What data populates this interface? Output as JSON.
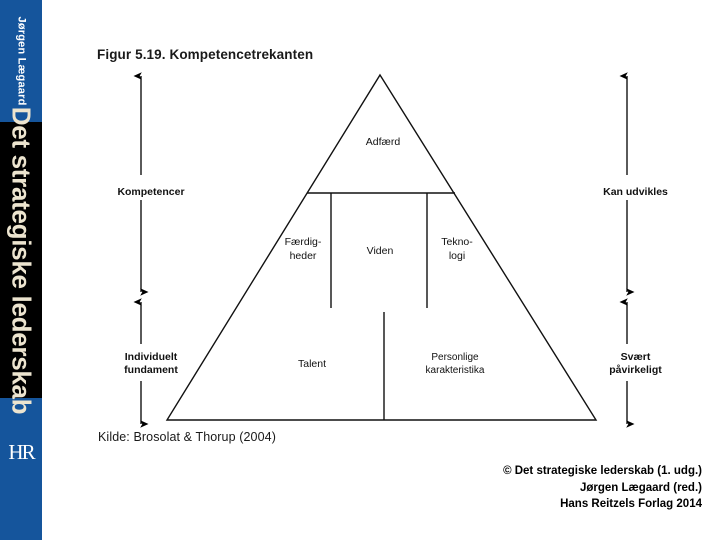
{
  "spine": {
    "author": "Jørgen Lægaard",
    "title": "Det strategiske lederskab",
    "publisher_logo": "HR",
    "colors": {
      "blue": "#15559c",
      "black": "#000000",
      "title_text": "#ece4cf"
    }
  },
  "figure": {
    "title": "Figur 5.19. Kompetencetrekanten",
    "source": "Kilde: Brosolat & Thorup (2004)",
    "triangle_labels": {
      "apex": "Adfærd",
      "middle_left": "Færdig-\nheder",
      "middle_center": "Viden",
      "middle_right": "Tekno-\nlogi",
      "bottom_left": "Talent",
      "bottom_right": "Personlige\nkarakteristika"
    },
    "left_labels": {
      "top": "Kompetencer",
      "bottom": "Individuelt\nfundament"
    },
    "right_labels": {
      "top": "Kan udvikles",
      "bottom": "Svært\npåvirkeligt"
    }
  },
  "copyright": {
    "line1": "© Det strategiske lederskab (1. udg.)",
    "line2": "Jørgen Lægaard (red.)",
    "line3": "Hans Reitzels Forlag 2014"
  }
}
